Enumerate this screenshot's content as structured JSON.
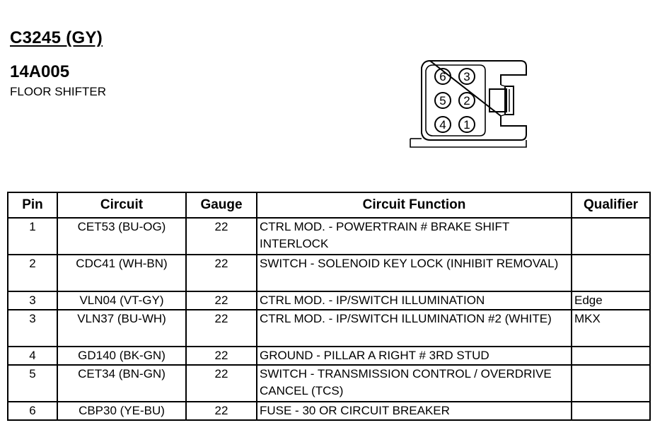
{
  "header": {
    "connector_id": "C3245 (GY)",
    "part_number": "14A005",
    "component": "FLOOR SHIFTER"
  },
  "connector_pins": [
    "6",
    "3",
    "5",
    "2",
    "4",
    "1"
  ],
  "table": {
    "headers": [
      "Pin",
      "Circuit",
      "Gauge",
      "Circuit Function",
      "Qualifier"
    ],
    "rows": [
      {
        "pin": "1",
        "circuit": "CET53 (BU-OG)",
        "gauge": "22",
        "function": "CTRL MOD. - POWERTRAIN # BRAKE SHIFT INTERLOCK",
        "qualifier": ""
      },
      {
        "pin": "2",
        "circuit": "CDC41 (WH-BN)",
        "gauge": "22",
        "function": "SWITCH - SOLENOID KEY LOCK (INHIBIT REMOVAL)",
        "qualifier": ""
      },
      {
        "pin": "3",
        "circuit": "VLN04 (VT-GY)",
        "gauge": "22",
        "function": "CTRL MOD. - IP/SWITCH ILLUMINATION",
        "qualifier": "Edge"
      },
      {
        "pin": "3",
        "circuit": "VLN37 (BU-WH)",
        "gauge": "22",
        "function": "CTRL MOD. - IP/SWITCH ILLUMINATION #2 (WHITE)",
        "qualifier": "MKX"
      },
      {
        "pin": "4",
        "circuit": "GD140 (BK-GN)",
        "gauge": "22",
        "function": "GROUND - PILLAR A RIGHT # 3RD STUD",
        "qualifier": ""
      },
      {
        "pin": "5",
        "circuit": "CET34 (BN-GN)",
        "gauge": "22",
        "function": "SWITCH - TRANSMISSION CONTROL / OVERDRIVE CANCEL (TCS)",
        "qualifier": ""
      },
      {
        "pin": "6",
        "circuit": "CBP30 (YE-BU)",
        "gauge": "22",
        "function": "FUSE - 30 OR CIRCUIT BREAKER",
        "qualifier": ""
      }
    ]
  }
}
